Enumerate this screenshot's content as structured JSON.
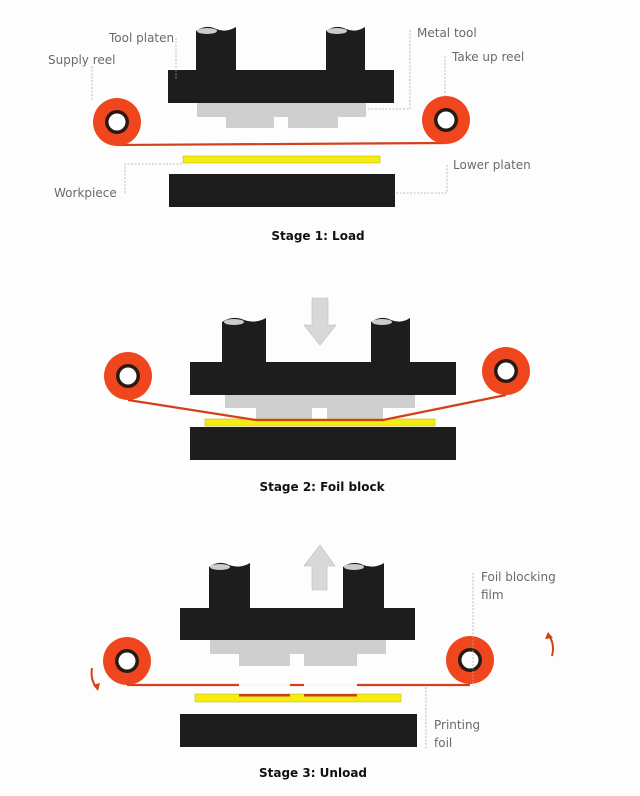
{
  "labels": {
    "tool_platen": "Tool platen",
    "supply_reel": "Supply reel",
    "metal_tool": "Metal tool",
    "take_up_reel": "Take up reel",
    "lower_platen": "Lower platen",
    "workpiece": "Workpiece",
    "foil_blocking_film_1": "Foil blocking",
    "foil_blocking_film_2": "film",
    "printing_foil_1": "Printing",
    "printing_foil_2": "foil"
  },
  "stages": [
    {
      "caption": "Stage 1: Load"
    },
    {
      "caption": "Stage 2: Foil block"
    },
    {
      "caption": "Stage 3: Unload"
    }
  ],
  "colors": {
    "reel": "#f0461e",
    "film": "#d2401c",
    "workpiece": "#f4ec12",
    "platen": "#1d1d1d",
    "tool": "#cfcfcf",
    "arrow": "#d8d8d8"
  }
}
